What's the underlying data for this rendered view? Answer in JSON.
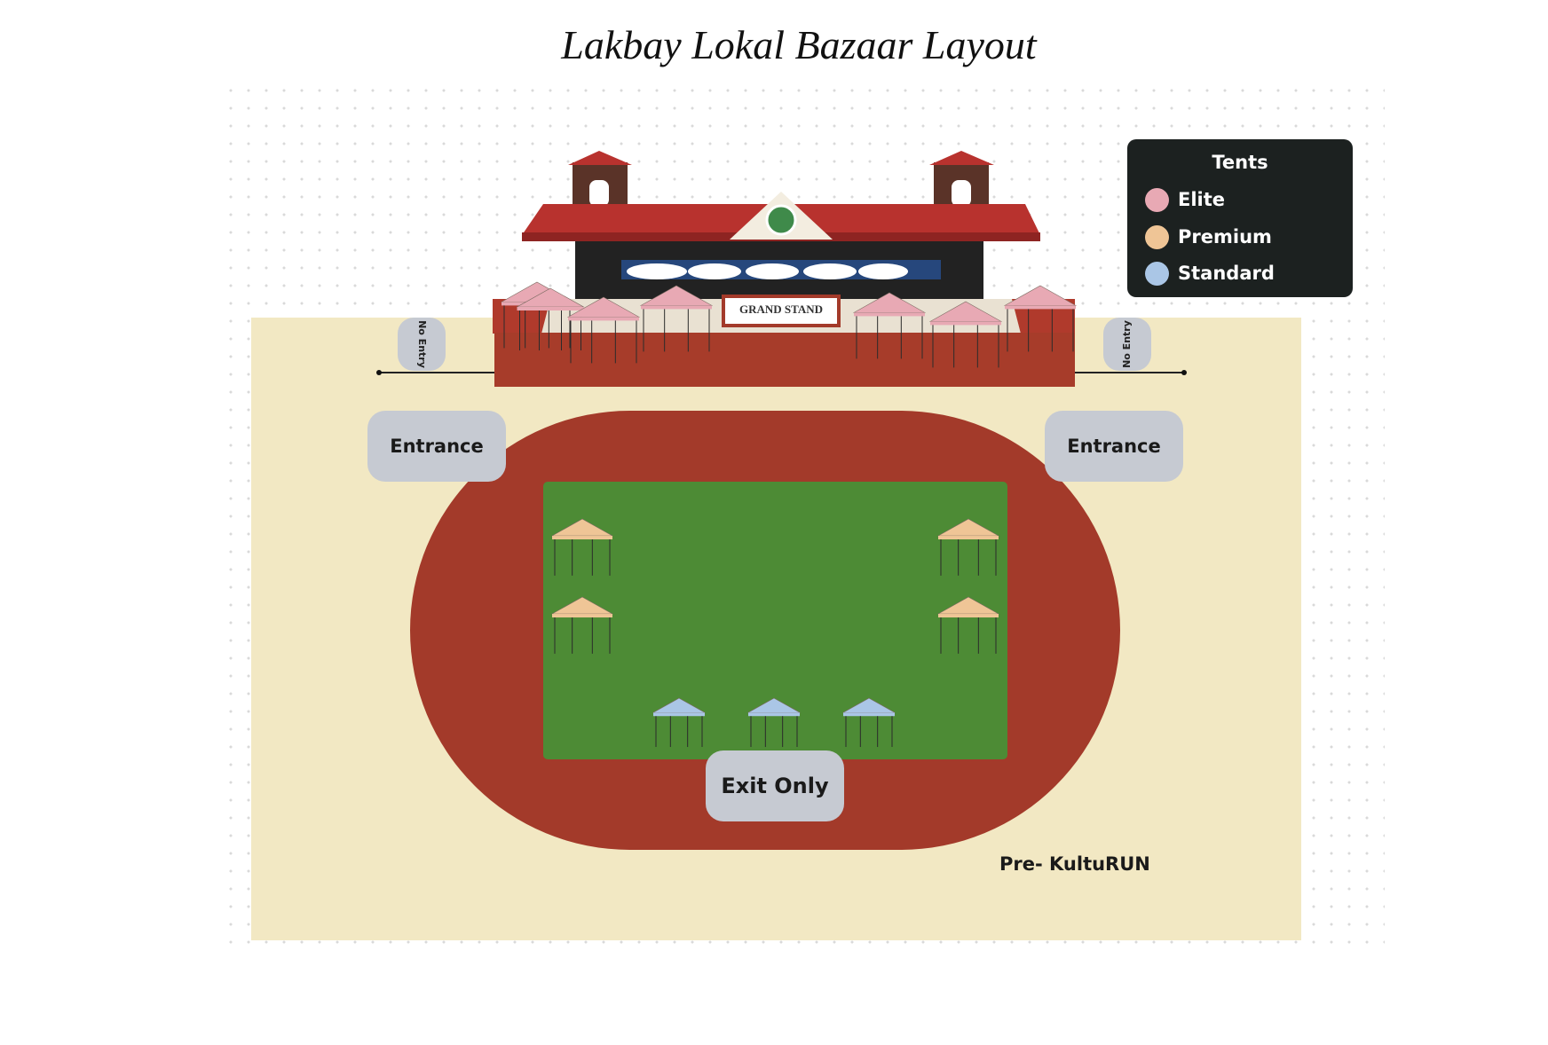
{
  "title": "Lakbay Lokal Bazaar Layout",
  "grandstand": {
    "banner": "GRAND STAND",
    "colors": {
      "roof": "#b8322e",
      "tower": "#5a3328",
      "base": "#a73c2a",
      "facade": "#222222"
    }
  },
  "areas": {
    "ground_color": "#f2e8c3",
    "track_color": "#a33a2a",
    "field_color": "#4d8b35"
  },
  "gates": {
    "entrance_left": "Entrance",
    "entrance_right": "Entrance",
    "exit": "Exit Only",
    "no_entry_left": "No Entry",
    "no_entry_right": "No Entry"
  },
  "legend": {
    "title": "Tents",
    "items": [
      {
        "label": "Elite",
        "color": "#e8a9b4"
      },
      {
        "label": "Premium",
        "color": "#efc596"
      },
      {
        "label": "Standard",
        "color": "#aac6e6"
      }
    ]
  },
  "tent_counts": {
    "elite": 7,
    "premium": 4,
    "standard": 3
  },
  "footnote": "Pre- KultuRUN"
}
